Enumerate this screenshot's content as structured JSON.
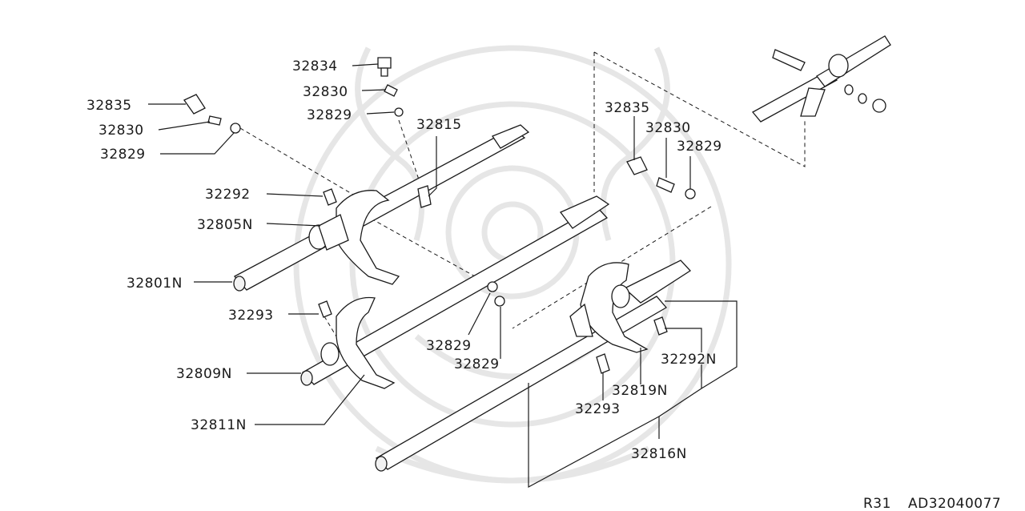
{
  "diagram": {
    "labels": {
      "l32834": "32834",
      "l32830a": "32830",
      "l32829a": "32829",
      "l32835a": "32835",
      "l32830b": "32830",
      "l32829b": "32829",
      "l32815": "32815",
      "l32292a": "32292",
      "l32805N": "32805N",
      "l32801N": "32801N",
      "l32293a": "32293",
      "l32809N": "32809N",
      "l32811N": "32811N",
      "l32829c": "32829",
      "l32829d": "32829",
      "l32835b": "32835",
      "l32830c": "32830",
      "l32829e": "32829",
      "l32292N": "32292N",
      "l32819N": "32819N",
      "l32293b": "32293",
      "l32816N": "32816N"
    },
    "footer": {
      "model_code": "R31",
      "diagram_code": "AD32040077"
    }
  }
}
